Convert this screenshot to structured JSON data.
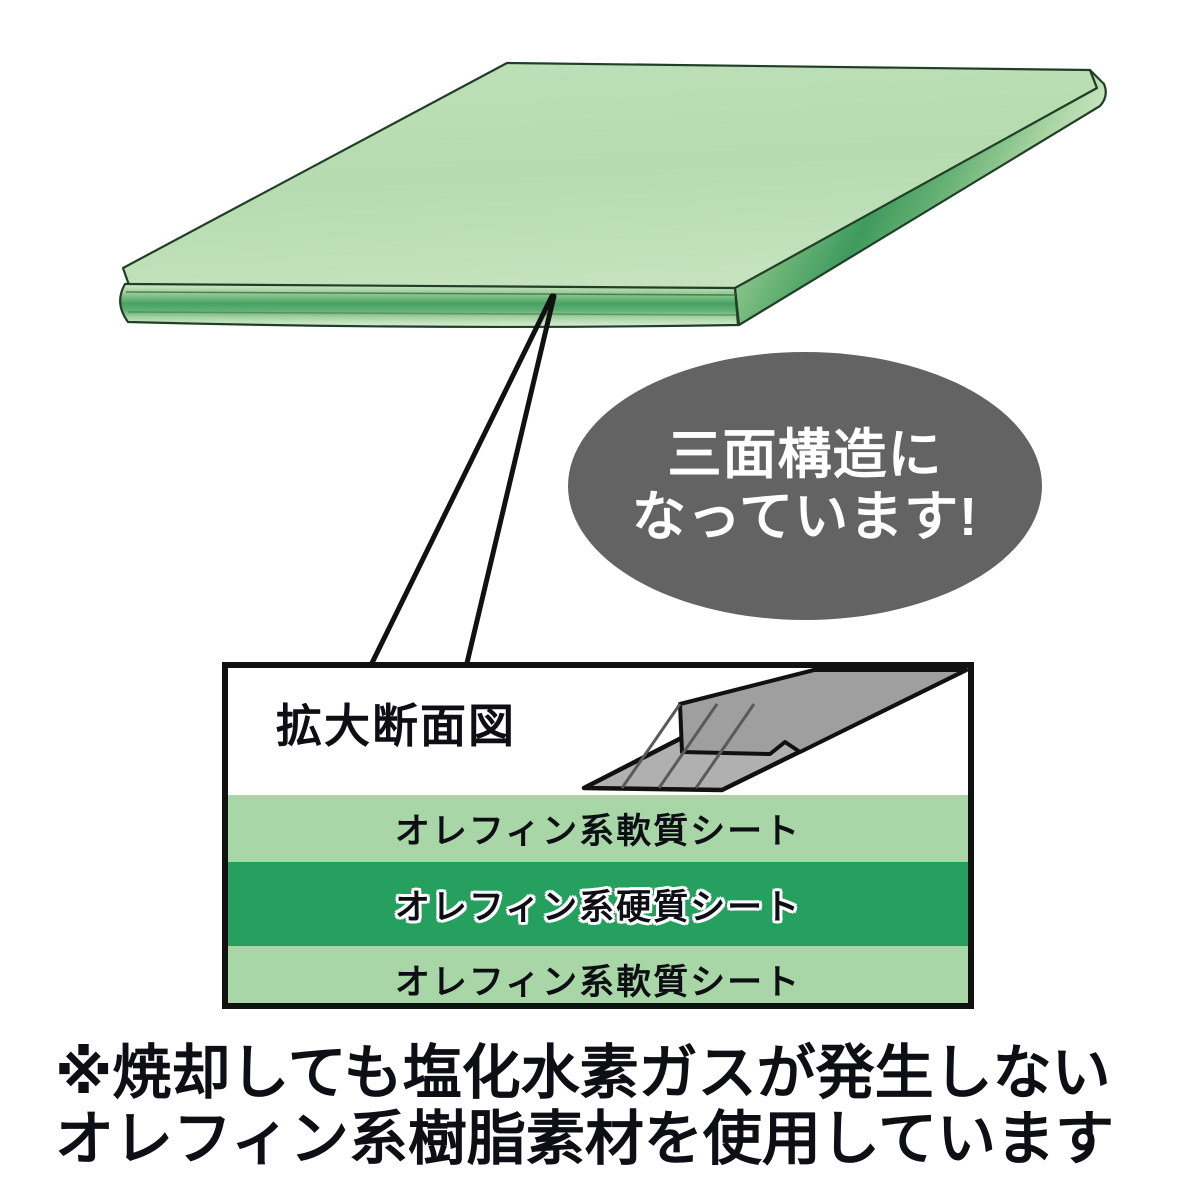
{
  "illustration": {
    "name": "three-layer-sheet-3d",
    "colors": {
      "surface_light": "#b8dcb4",
      "surface_light_2": "#c6e3c0",
      "edge_dark": "#3f9a5e",
      "edge_mid": "#8cc48c",
      "outline": "#1c3b22"
    }
  },
  "callout": {
    "line1": "三面構造に",
    "line2": "なっています!",
    "bubble_color": "#636363",
    "text_color": "#ffffff"
  },
  "cross_section": {
    "title": "拡大断面図",
    "blade_icon": "utility-knife-blade-icon",
    "layers": [
      {
        "label": "オレフィン系軟質シート",
        "color": "#a9d6a6",
        "kind": "soft"
      },
      {
        "label": "オレフィン系硬質シート",
        "color": "#26a05e",
        "kind": "hard"
      },
      {
        "label": "オレフィン系軟質シート",
        "color": "#a9d6a6",
        "kind": "soft"
      }
    ]
  },
  "footer": {
    "line1": "※焼却しても塩化水素ガスが発生しない",
    "line2": "オレフィン系樹脂素材を使用しています"
  }
}
